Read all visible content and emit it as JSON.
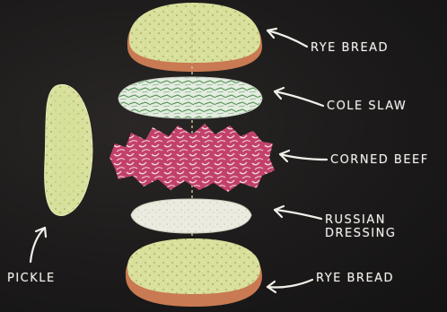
{
  "labels": {
    "top_bread": "RYE BREAD",
    "cole_slaw": "COLE SLAW",
    "corned_beef": "CORNED BEEF",
    "russian_line1": "RUSSIAN",
    "russian_line2": "DRESSING",
    "bottom_bread": "RYE BREAD",
    "pickle": "PICKLE"
  },
  "colors": {
    "chalkboard": "#1d1b1b",
    "chalk": "#f1efe8",
    "bread": "#d9df9c",
    "crust": "#c97a52",
    "slaw": "#e5ece2",
    "slaw_green": "#5a9a5a",
    "beef": "#c2416a",
    "dressing": "#ecebe0",
    "pickle": "#d5e39a"
  }
}
